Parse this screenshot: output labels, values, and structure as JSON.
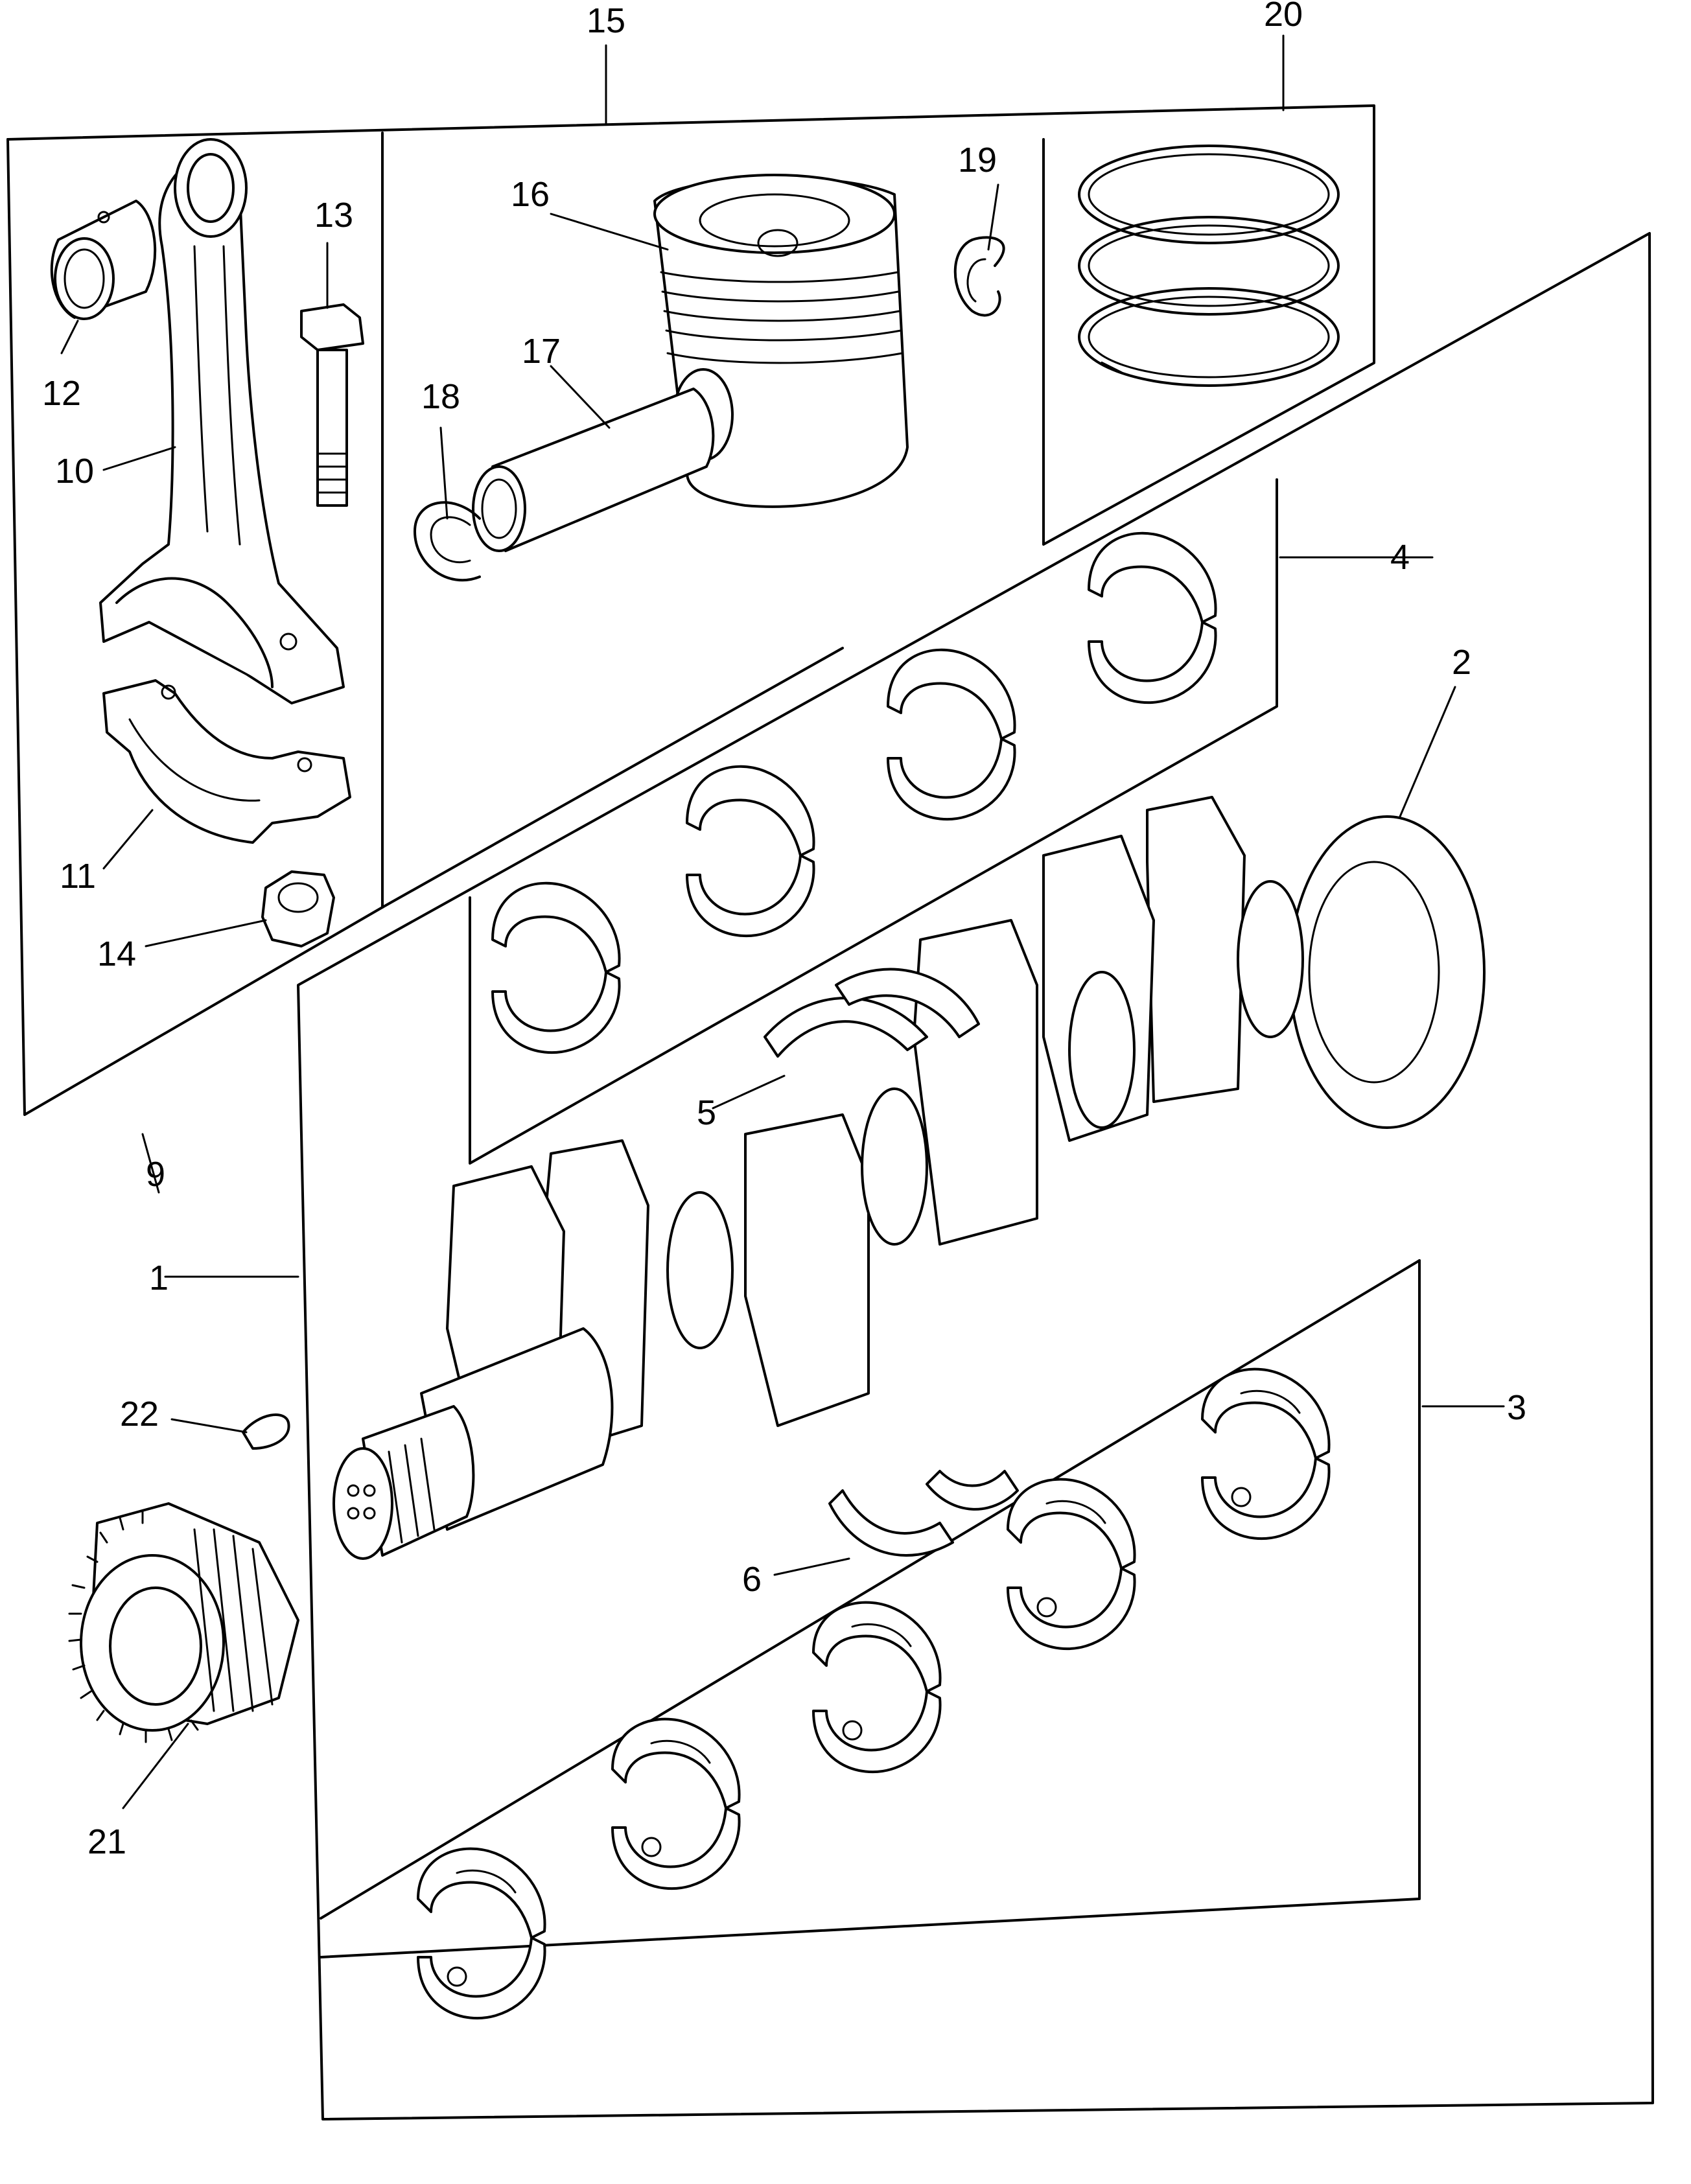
{
  "callouts": {
    "n1": "1",
    "n2": "2",
    "n3": "3",
    "n4": "4",
    "n5": "5",
    "n6": "6",
    "n9": "9",
    "n10": "10",
    "n11": "11",
    "n12": "12",
    "n13": "13",
    "n14": "14",
    "n15": "15",
    "n16": "16",
    "n17": "17",
    "n18": "18",
    "n19": "19",
    "n20": "20",
    "n21": "21",
    "n22": "22"
  },
  "colors": {
    "line": "#000000",
    "background": "#ffffff"
  }
}
